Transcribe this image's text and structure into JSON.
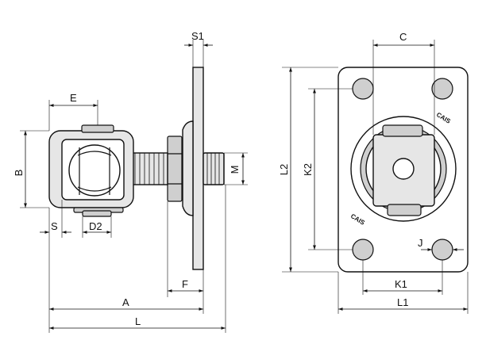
{
  "dimensions": {
    "s1": "S1",
    "c": "C",
    "e": "E",
    "b": "B",
    "m": "M",
    "s": "S",
    "d2": "D2",
    "f": "F",
    "a": "A",
    "l": "L",
    "l2": "L2",
    "k2": "K2",
    "j": "J",
    "k1": "K1",
    "l1": "L1"
  },
  "brand": {
    "mark_top": "CAIS",
    "mark_bottom": "CAIS"
  }
}
